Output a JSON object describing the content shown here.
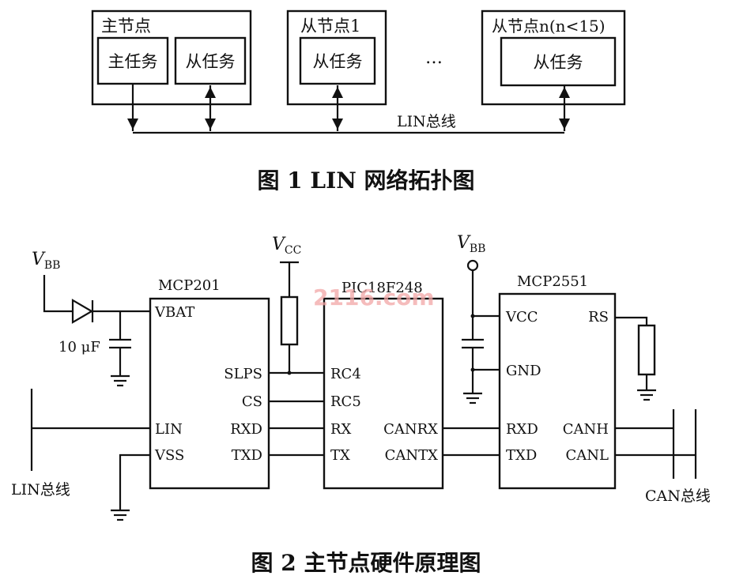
{
  "figure1": {
    "master_node": "主节点",
    "master_task": "主任务",
    "slave_task": "从任务",
    "slave_node_1": "从节点1",
    "ellipsis": "…",
    "slave_node_n": "从节点n(n<15)",
    "bus_label": "LIN总线",
    "caption": "图 1   LIN 网络拓扑图"
  },
  "figure2": {
    "vbb_left": "VBB",
    "vcc": "VCC",
    "vbb_right": "VBB",
    "capacitor_label": "10 μF",
    "chip_mcp201": {
      "name": "MCP201",
      "pins": [
        "VBAT",
        "SLPS",
        "CS",
        "LIN",
        "RXD",
        "VSS",
        "TXD"
      ]
    },
    "chip_pic": {
      "name": "PIC18F248",
      "pins": [
        "RC4",
        "RC5",
        "RX",
        "CANRX",
        "TX",
        "CANTX"
      ]
    },
    "chip_mcp2551": {
      "name": "MCP2551",
      "pins": [
        "VCC",
        "RS",
        "GND",
        "RXD",
        "CANH",
        "TXD",
        "CANL"
      ]
    },
    "lin_bus_label": "LIN总线",
    "can_bus_label": "CAN总线",
    "watermark": "2116.com",
    "caption": "图 2   主节点硬件原理图"
  }
}
